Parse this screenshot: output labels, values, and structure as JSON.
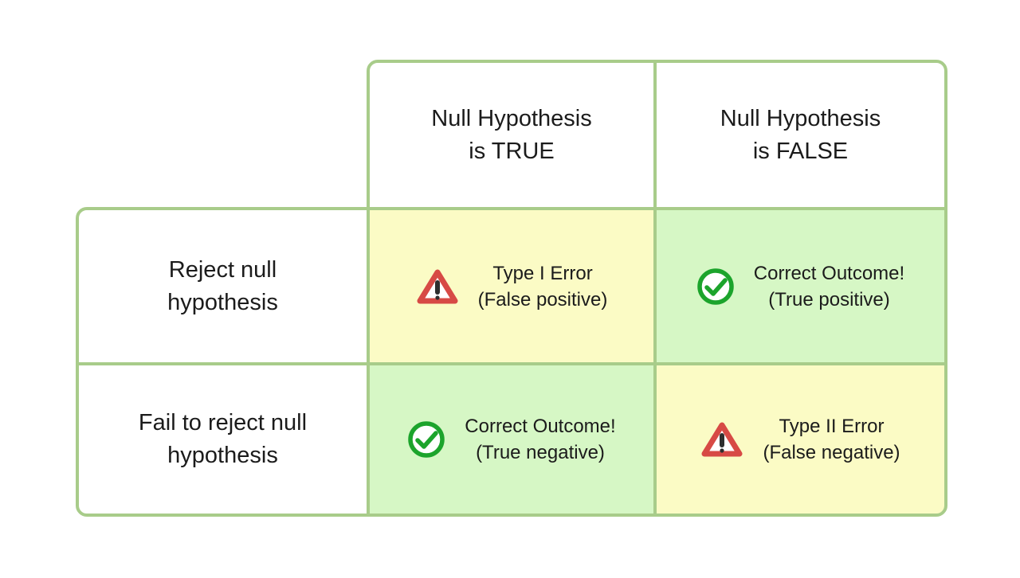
{
  "diagram": {
    "description": "Hypothesis testing outcomes table",
    "col_headers": [
      {
        "line1": "Null Hypothesis",
        "line2": "is TRUE"
      },
      {
        "line1": "Null Hypothesis",
        "line2": "is FALSE"
      }
    ],
    "row_headers": [
      {
        "line1": "Reject null",
        "line2": "hypothesis"
      },
      {
        "line1": "Fail to reject null",
        "line2": "hypothesis"
      }
    ],
    "cells": [
      {
        "row": 0,
        "col": 0,
        "icon": "warning-icon",
        "line1": "Type I Error",
        "line2": "(False positive)",
        "bg": "#fbfbc5"
      },
      {
        "row": 0,
        "col": 1,
        "icon": "check-icon",
        "line1": "Correct Outcome!",
        "line2": "(True positive)",
        "bg": "#d6f7c5"
      },
      {
        "row": 1,
        "col": 0,
        "icon": "check-icon",
        "line1": "Correct Outcome!",
        "line2": "(True negative)",
        "bg": "#d6f7c5"
      },
      {
        "row": 1,
        "col": 1,
        "icon": "warning-icon",
        "line1": "Type II Error",
        "line2": "(False negative)",
        "bg": "#fbfbc5"
      }
    ],
    "colors": {
      "border_green": "#a8cc8a",
      "cell_yellow": "#fbfbc5",
      "cell_green": "#d6f7c5",
      "warning_red": "#d74a45",
      "check_green": "#1ca42c",
      "text": "#1b1b1b",
      "background": "#ffffff"
    }
  }
}
